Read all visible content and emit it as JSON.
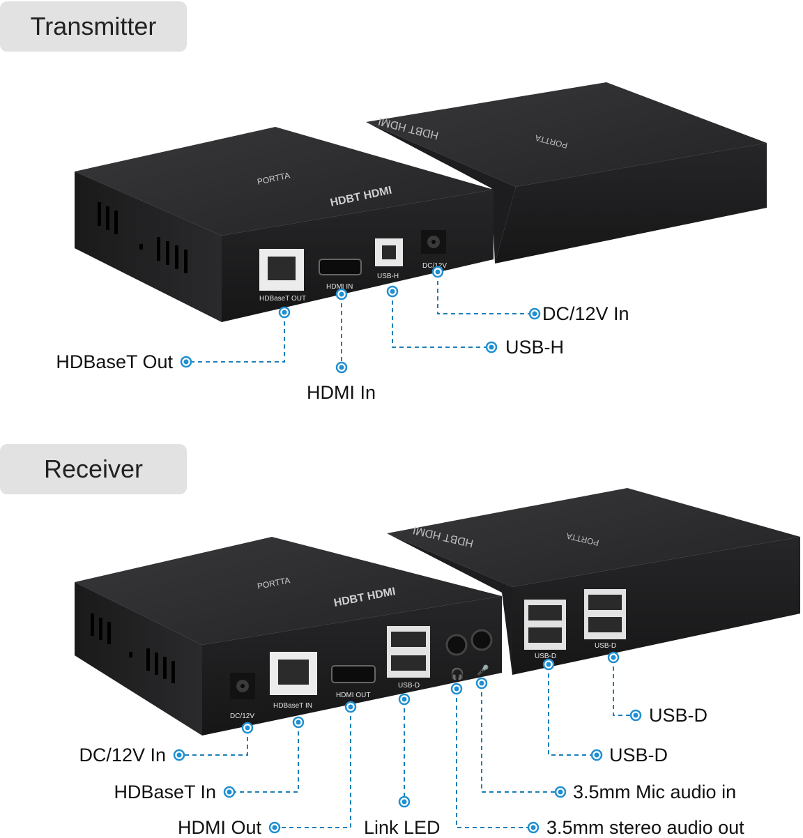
{
  "transmitter": {
    "title": "Transmitter",
    "brand": "PORTTA",
    "model_text": "HDBT HDMI",
    "ports": {
      "hdbaset_out": "HDBaseT OUT",
      "hdmi_in": "HDMI IN",
      "usb_h": "USB-H",
      "dc": "DC/12V"
    },
    "callouts": {
      "dc_in": "DC/12V In",
      "usb_h": "USB-H",
      "hdbaset_out": "HDBaseT Out",
      "hdmi_in": "HDMI In"
    }
  },
  "receiver": {
    "title": "Receiver",
    "brand": "PORTTA",
    "model_text": "HDBT HDMI",
    "ports": {
      "dc": "DC/12V",
      "hdbaset_in": "HDBaseT IN",
      "hdmi_out": "HDMI OUT",
      "usb_d": "USB-D"
    },
    "callouts": {
      "usb_d_1": "USB-D",
      "usb_d_2": "USB-D",
      "mic_in": "3.5mm Mic audio in",
      "stereo_out": "3.5mm stereo audio out",
      "dc_in": "DC/12V In",
      "hdbaset_in": "HDBaseT In",
      "hdmi_out": "HDMI Out",
      "link_led": "Link LED"
    }
  },
  "colors": {
    "leader": "#1b7fb8",
    "dot": "#1f8fd0",
    "device_top": "#2a2a2c",
    "device_front": "#1c1c1e",
    "badge_bg": "#e2e2e2"
  }
}
